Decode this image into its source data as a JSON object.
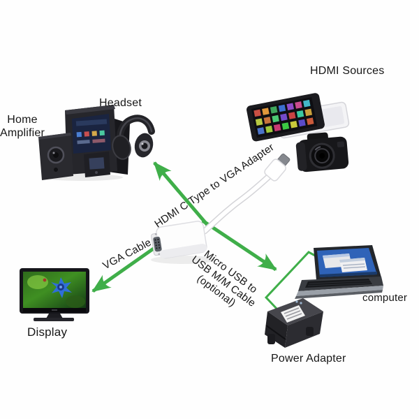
{
  "device_labels": {
    "home_amplifier": "Home\nAmplifier",
    "headset": "Headset",
    "hdmi_sources": "HDMI Sources",
    "display": "Display",
    "computer": "computer",
    "power_adapter": "Power Adapter"
  },
  "connection_labels": {
    "adapter_cable": "HDMI C Type to VGA Adapter",
    "vga_cable": "VGA Cable",
    "micro_usb_cable": "Micro USB to\nUSB M/M Cable\n(optional)"
  },
  "images": {
    "center": "hdmi-c-to-vga-adapter",
    "top_left": "home-amplifier-speaker-system",
    "top": "headphones",
    "top_right": "tablet-and-camera-hdmi-sources",
    "bottom_left": "tv-display",
    "right": "laptop-computer",
    "bottom_right": "power-adapter-charger"
  },
  "colors": {
    "arrow_green": "#3fae49",
    "background": "#ffffff",
    "label_text": "#161616"
  }
}
